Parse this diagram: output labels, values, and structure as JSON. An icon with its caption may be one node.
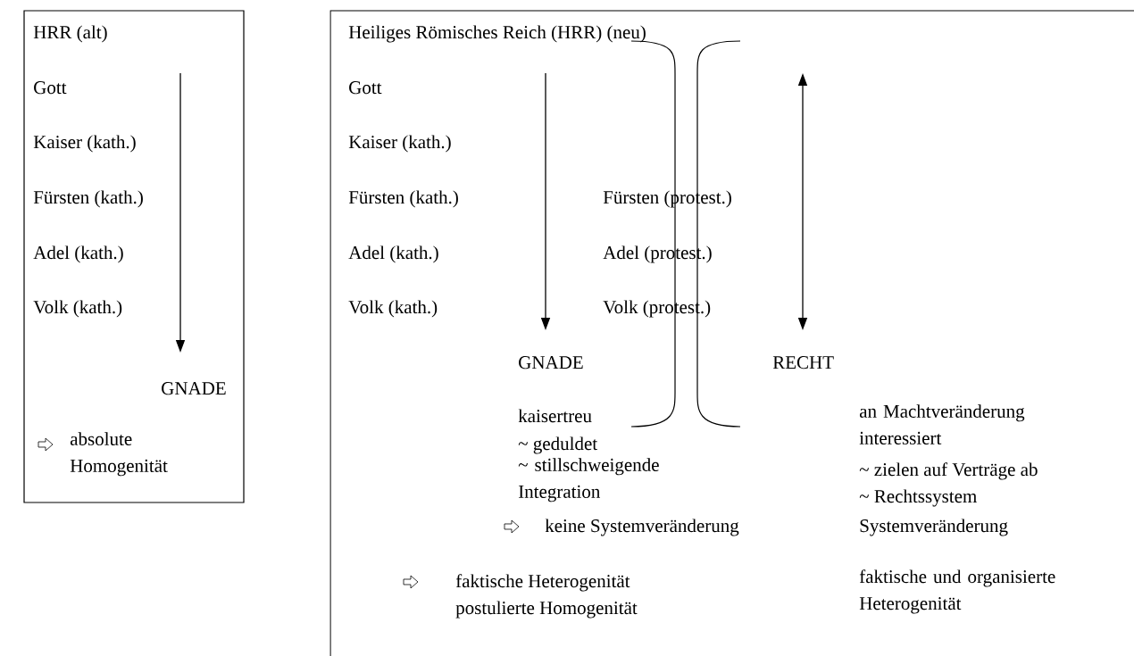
{
  "diagram": {
    "nodes": [
      {
        "text": [
          "HRR (alt)",
          "Gott",
          "Kaiser (kath.)",
          "Fürsten (kath.)",
          "Adel (kath.)",
          "Volk (kath.)",
          "GNADE",
          "absolute Homogenität"
        ]
      },
      {
        "text": [
          "Heiliges Römisches Reich (HRR) (neu)",
          "Gott",
          "Kaiser (kath.)",
          "Fürsten (kath.)",
          "Adel (kath.)",
          "Volk (kath.)",
          "Fürsten (protest.)",
          "Adel (protest.)",
          "Volk (protest.)",
          "GNADE",
          "RECHT",
          "kaisertreu",
          "~ geduldet",
          "~ stillschweigende Integration",
          "keine Systemveränderung",
          "an Machtveränderung interessiert",
          "~ zielen auf Verträge ab",
          "~ Rechtssystem",
          "Systemveränderung",
          "faktische Heterogenität",
          "postulierte Homogenität",
          "faktische und organisierte Heterogenität"
        ]
      }
    ]
  }
}
